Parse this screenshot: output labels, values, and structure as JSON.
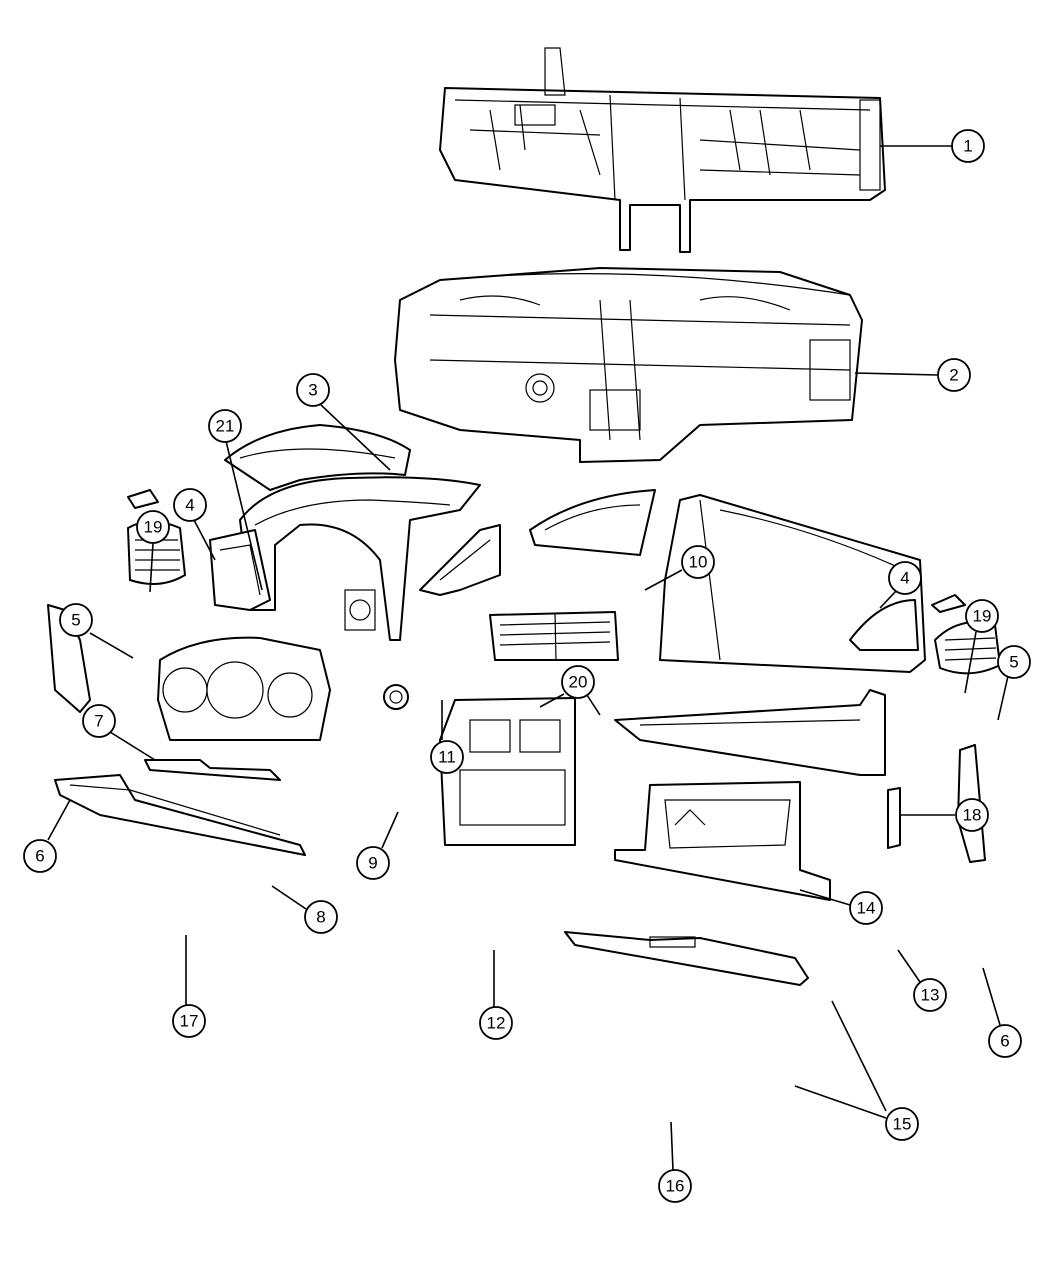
{
  "callouts": [
    {
      "id": "c1",
      "label": "1"
    },
    {
      "id": "c2",
      "label": "2"
    },
    {
      "id": "c3",
      "label": "3"
    },
    {
      "id": "c21",
      "label": "21"
    },
    {
      "id": "c4a",
      "label": "4"
    },
    {
      "id": "c19a",
      "label": "19"
    },
    {
      "id": "c10",
      "label": "10"
    },
    {
      "id": "c4b",
      "label": "4"
    },
    {
      "id": "c19b",
      "label": "19"
    },
    {
      "id": "c5a",
      "label": "5"
    },
    {
      "id": "c5b",
      "label": "5"
    },
    {
      "id": "c20",
      "label": "20"
    },
    {
      "id": "c7",
      "label": "7"
    },
    {
      "id": "c11",
      "label": "11"
    },
    {
      "id": "c18",
      "label": "18"
    },
    {
      "id": "c6a",
      "label": "6"
    },
    {
      "id": "c9",
      "label": "9"
    },
    {
      "id": "c8",
      "label": "8"
    },
    {
      "id": "c14",
      "label": "14"
    },
    {
      "id": "c13",
      "label": "13"
    },
    {
      "id": "c6b",
      "label": "6"
    },
    {
      "id": "c17",
      "label": "17"
    },
    {
      "id": "c12",
      "label": "12"
    },
    {
      "id": "c15",
      "label": "15"
    },
    {
      "id": "c16",
      "label": "16"
    }
  ]
}
